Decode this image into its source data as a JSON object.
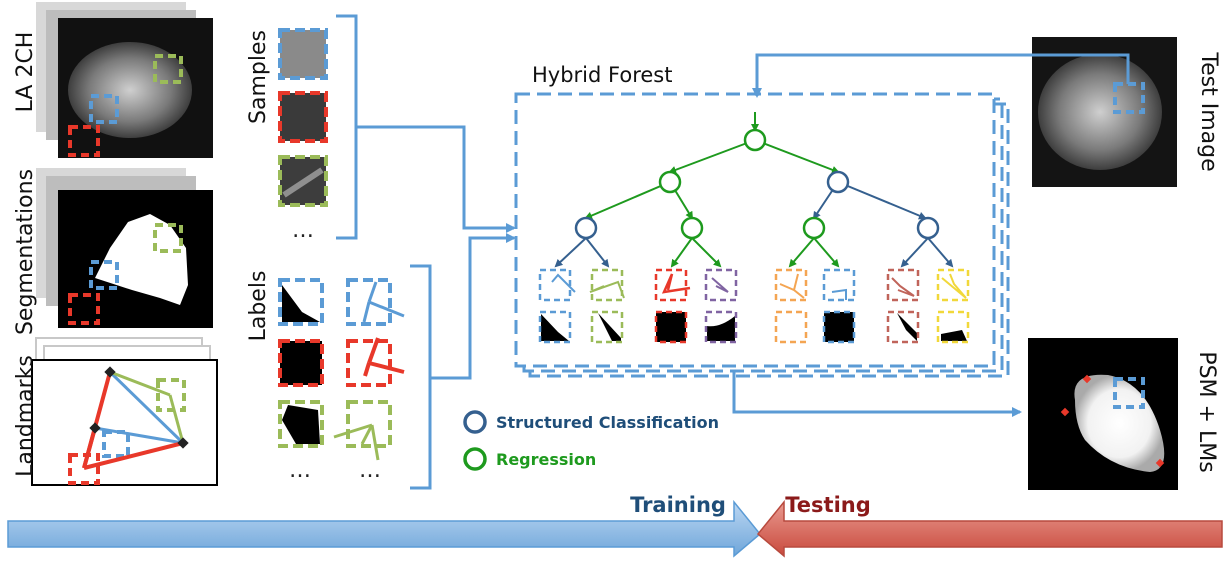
{
  "colors": {
    "blue": "#5b9bd5",
    "dark_blue": "#35608f",
    "green": "#1e9a1e",
    "red": "#e8382a",
    "olive": "#9bbb59",
    "purple": "#8064a2",
    "orange": "#f4a552",
    "brick": "#c0645a",
    "yellow": "#f1d83a",
    "training_text": "#1f4e79",
    "testing_text": "#8b1a1a"
  },
  "inputs": {
    "la_2ch_label": "LA 2CH",
    "segmentations_label": "Segmentations",
    "landmarks_label": "Landmarks"
  },
  "samples": {
    "label": "Samples",
    "ellipsis": "…"
  },
  "labels": {
    "label": "Labels",
    "ellipsis_left": "…",
    "ellipsis_right": "…"
  },
  "forest": {
    "title": "Hybrid Forest"
  },
  "legend": {
    "structured_classification": "Structured Classification",
    "regression": "Regression"
  },
  "outputs": {
    "test_image_label": "Test Image",
    "psm_label": "PSM + LMs"
  },
  "phases": {
    "training": "Training",
    "testing": "Testing"
  }
}
